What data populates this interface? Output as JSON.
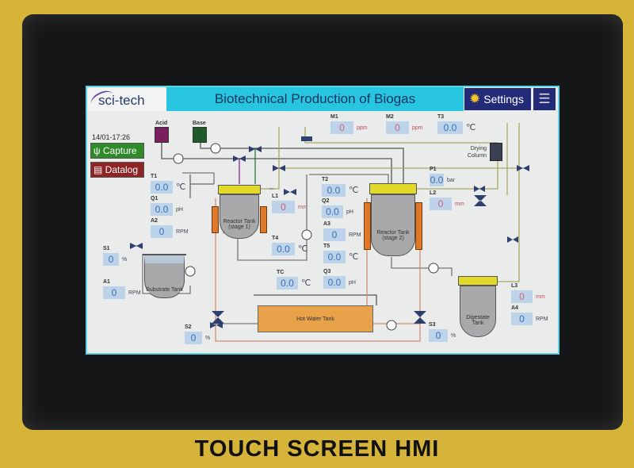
{
  "header": {
    "logo": "sci-tech",
    "title": "Biotechnical Production of Biogas",
    "settings_label": "Settings",
    "menu_icon": "hamburger-icon"
  },
  "datetime": "14/01-17:26",
  "buttons": {
    "capture": "Capture",
    "datalog": "Datalog"
  },
  "dosing": {
    "acid": "Acid",
    "base": "Base"
  },
  "tanks": {
    "reactor1": "Reactor Tank (stage 1)",
    "reactor2": "Reactor Tank (stage 2)",
    "substrate": "Substrate Tank",
    "digestate": "Digestate Tank",
    "hot_water": "Hot Water Tank",
    "drying_column": "Drying Column"
  },
  "readouts": [
    {
      "id": "T1",
      "value": "0.0",
      "unit": "℃"
    },
    {
      "id": "Q1",
      "value": "0.0",
      "unit": "pH"
    },
    {
      "id": "A2",
      "value": "0",
      "unit": "RPM"
    },
    {
      "id": "S1",
      "value": "0",
      "unit": "%"
    },
    {
      "id": "A1",
      "value": "0",
      "unit": "RPM"
    },
    {
      "id": "S2",
      "value": "0",
      "unit": "%"
    },
    {
      "id": "L1",
      "value": "0",
      "unit": "mm"
    },
    {
      "id": "T4",
      "value": "0.0",
      "unit": "℃"
    },
    {
      "id": "TC",
      "value": "0.0",
      "unit": "℃"
    },
    {
      "id": "T2",
      "value": "0.0",
      "unit": "℃"
    },
    {
      "id": "Q2",
      "value": "0.0",
      "unit": "pH"
    },
    {
      "id": "A3",
      "value": "0",
      "unit": "RPM"
    },
    {
      "id": "T5",
      "value": "0.0",
      "unit": "℃"
    },
    {
      "id": "Q3",
      "value": "0.0",
      "unit": "pH"
    },
    {
      "id": "M1",
      "value": "0",
      "unit": "ppm"
    },
    {
      "id": "M2",
      "value": "0",
      "unit": "ppm"
    },
    {
      "id": "T3",
      "value": "0.0",
      "unit": "℃"
    },
    {
      "id": "P1",
      "value": "0.0",
      "unit": "bar"
    },
    {
      "id": "L2",
      "value": "0",
      "unit": "mm"
    },
    {
      "id": "L3",
      "value": "0",
      "unit": "mm"
    },
    {
      "id": "A4",
      "value": "0",
      "unit": "RPM"
    },
    {
      "id": "S3",
      "value": "0",
      "unit": "%"
    }
  ],
  "colors": {
    "header": "#27c5df",
    "settings": "#232a78",
    "capture": "#2f8a2a",
    "datalog": "#8e2424",
    "acid": "#7a1e5e",
    "base": "#1f5a2a",
    "gas_line": "#a9a760",
    "hot_water_line": "#d58a78"
  },
  "device_label": "TOUCH SCREEN HMI"
}
